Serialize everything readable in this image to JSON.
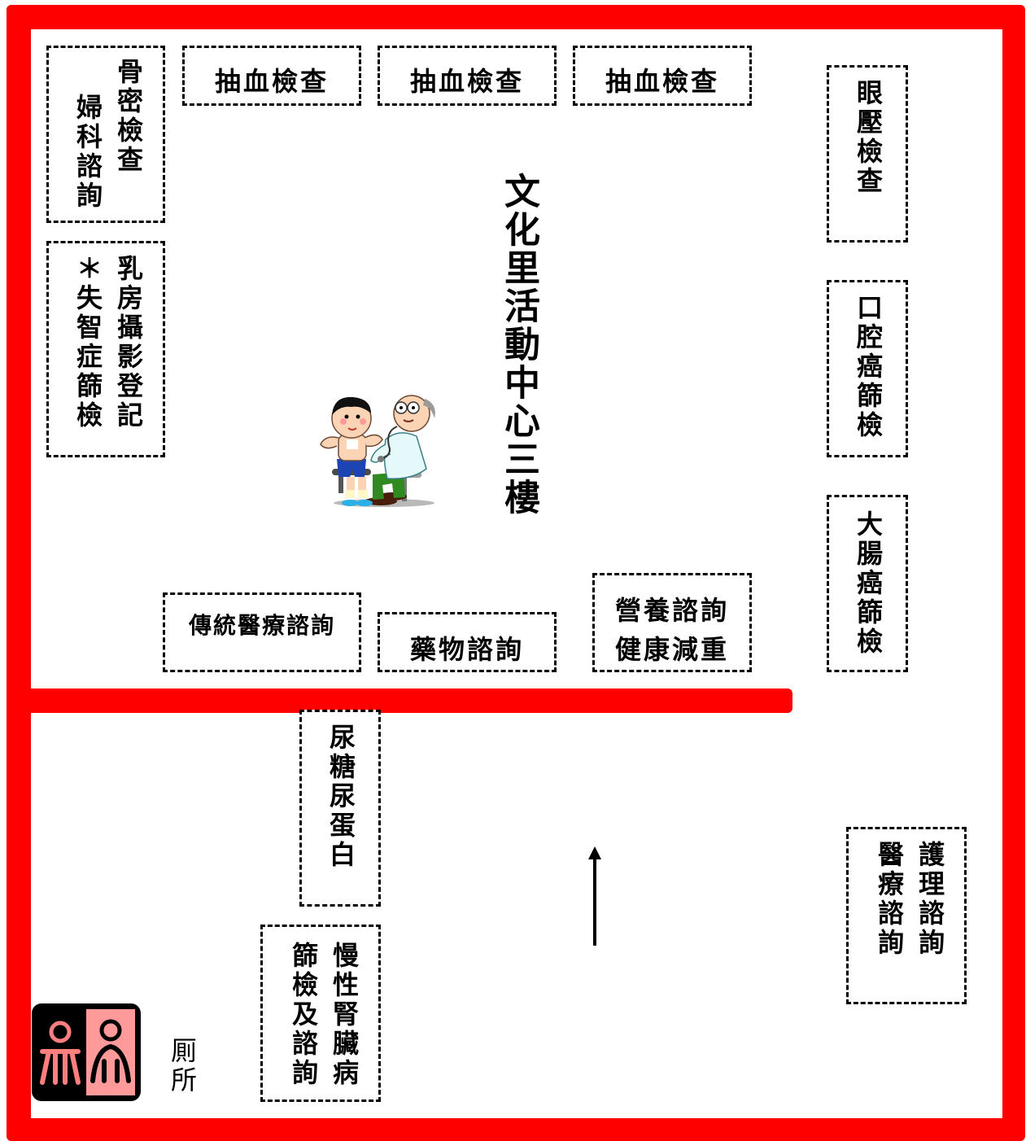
{
  "floor_title": "文化里活動中心三樓",
  "stations": {
    "bone_gyn": {
      "col1": "骨密檢查",
      "col2": "婦科諮詢"
    },
    "breast_dementia": {
      "col1": "乳房攝影登記",
      "col2": "＊失智症篩檢"
    },
    "blood_1": "抽血檢查",
    "blood_2": "抽血檢查",
    "blood_3": "抽血檢查",
    "eye_pressure": "眼壓檢查",
    "oral_cancer": "口腔癌篩檢",
    "colorectal_cancer": "大腸癌篩檢",
    "tcm": "傳統醫療諮詢",
    "medication": "藥物諮詢",
    "nutrition": {
      "line1": "營養諮詢",
      "line2": "健康減重"
    },
    "urine": "尿糖尿蛋白",
    "kidney": {
      "col1": "慢性腎臟病",
      "col2": "篩檢及諮詢"
    },
    "nursing_medical": {
      "col1": "護理諮詢",
      "col2": "醫療諮詢"
    }
  },
  "restroom_label": "厠所",
  "colors": {
    "wall": "#ff0000",
    "restroom_male": "#000000",
    "restroom_female": "#ff9a9a",
    "restroom_figure": "#ff7f7f"
  },
  "icons": [
    "doctor-child-illustration",
    "restroom-icon",
    "up-arrow-icon"
  ]
}
